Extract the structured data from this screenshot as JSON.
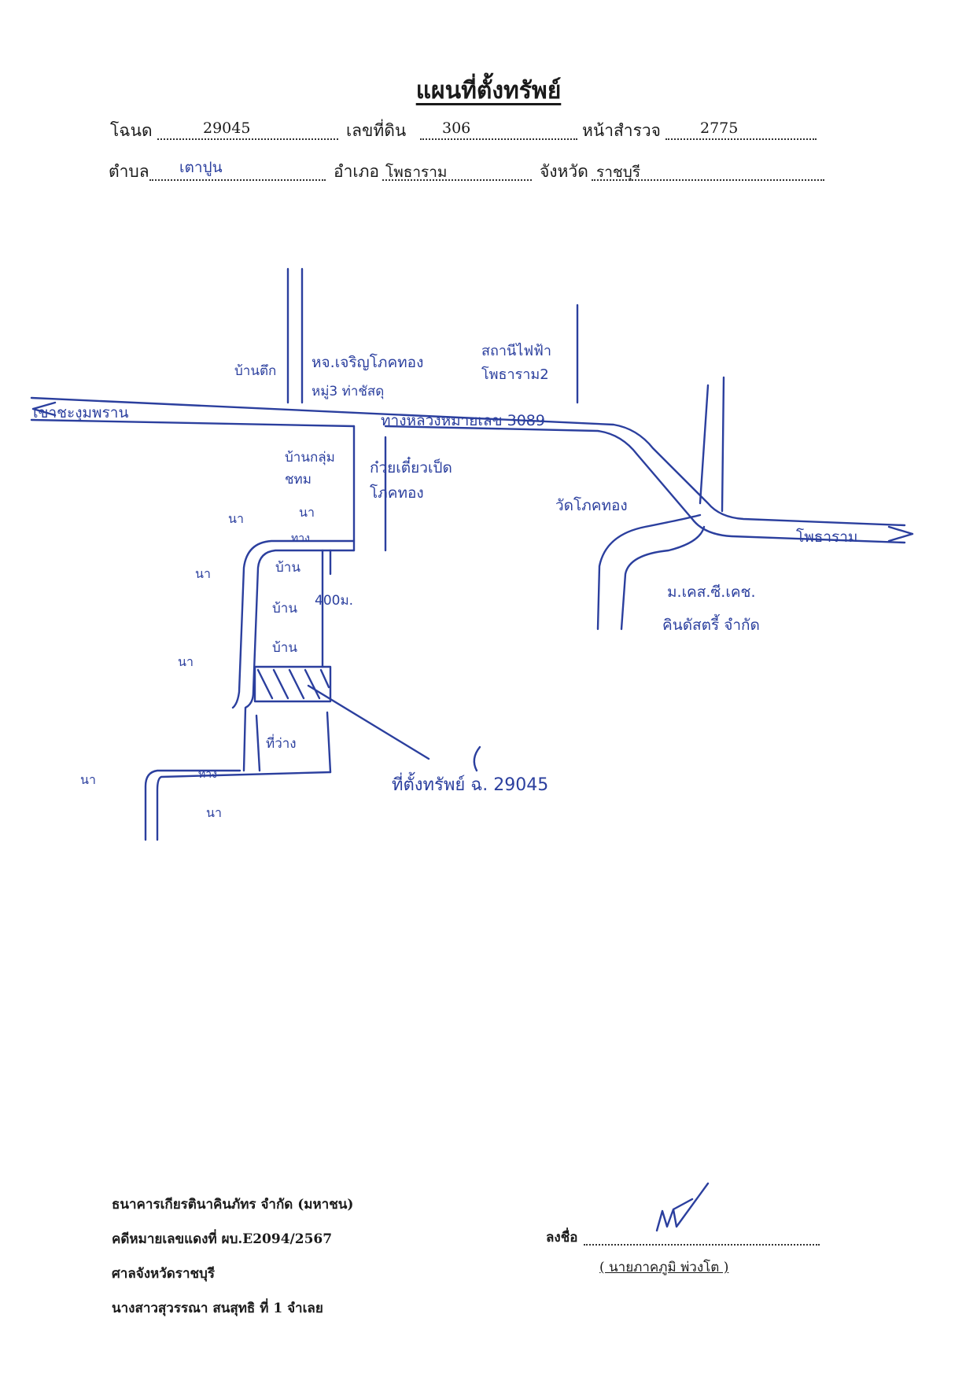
{
  "doc": {
    "title": "แผนที่ตั้งทรัพย์",
    "deed_label": "โฉนด",
    "deed_no": "29045",
    "land_no_label": "เลขที่ดิน",
    "land_no": "306",
    "survey_label": "หน้าสำรวจ",
    "survey_no": "2775",
    "subdistrict_label": "ตำบล",
    "subdistrict": "เตาปูน",
    "district_label": "อำเภอ",
    "district": "โพธาราม",
    "province_label": "จังหวัด",
    "province": "ราชบุรี"
  },
  "map": {
    "to_west": "เขาชะงุมพราน",
    "to_east": "โพธาราม",
    "road_label": "ทางหลวงหมายเลข 3089",
    "shop_store": "หจ.เจริญโภคทอง",
    "village": "หมู่3 ท่าชัสดุ",
    "electric": "สถานีไฟฟ้า โพธาราม2",
    "house_brick": "บ้านตึก",
    "house_village": "บ้านกลุ่ม ชทม",
    "noodle": "ก๋วยเตี๋ยวเป็ด",
    "noodle_2": "โภคทอง",
    "temple": "วัดโภคทอง",
    "school": "ม.เคส.ซี.เคช.",
    "company": "คินดัสตรี้ จำกัด",
    "field_1": "นา",
    "lane": "ทาง",
    "house": "บ้าน",
    "distance": "400ม.",
    "empty_land": "ที่ว่าง",
    "property_label": "ที่ตั้งทรัพย์ ฉ. 29045"
  },
  "footer": {
    "bank": "ธนาคารเกียรตินาคินภัทร จำกัด (มหาชน)",
    "case": "คดีหมายเลขแดงที่ ผบ.E2094/2567",
    "court": "ศาลจังหวัดราชบุรี",
    "defendant": "นางสาวสุวรรณา สนสุทธิ ที่ 1 จำเลย",
    "sign_label": "ลงชื่อ",
    "signer": "( นายภาคภูมิ พ่วงโต )"
  }
}
